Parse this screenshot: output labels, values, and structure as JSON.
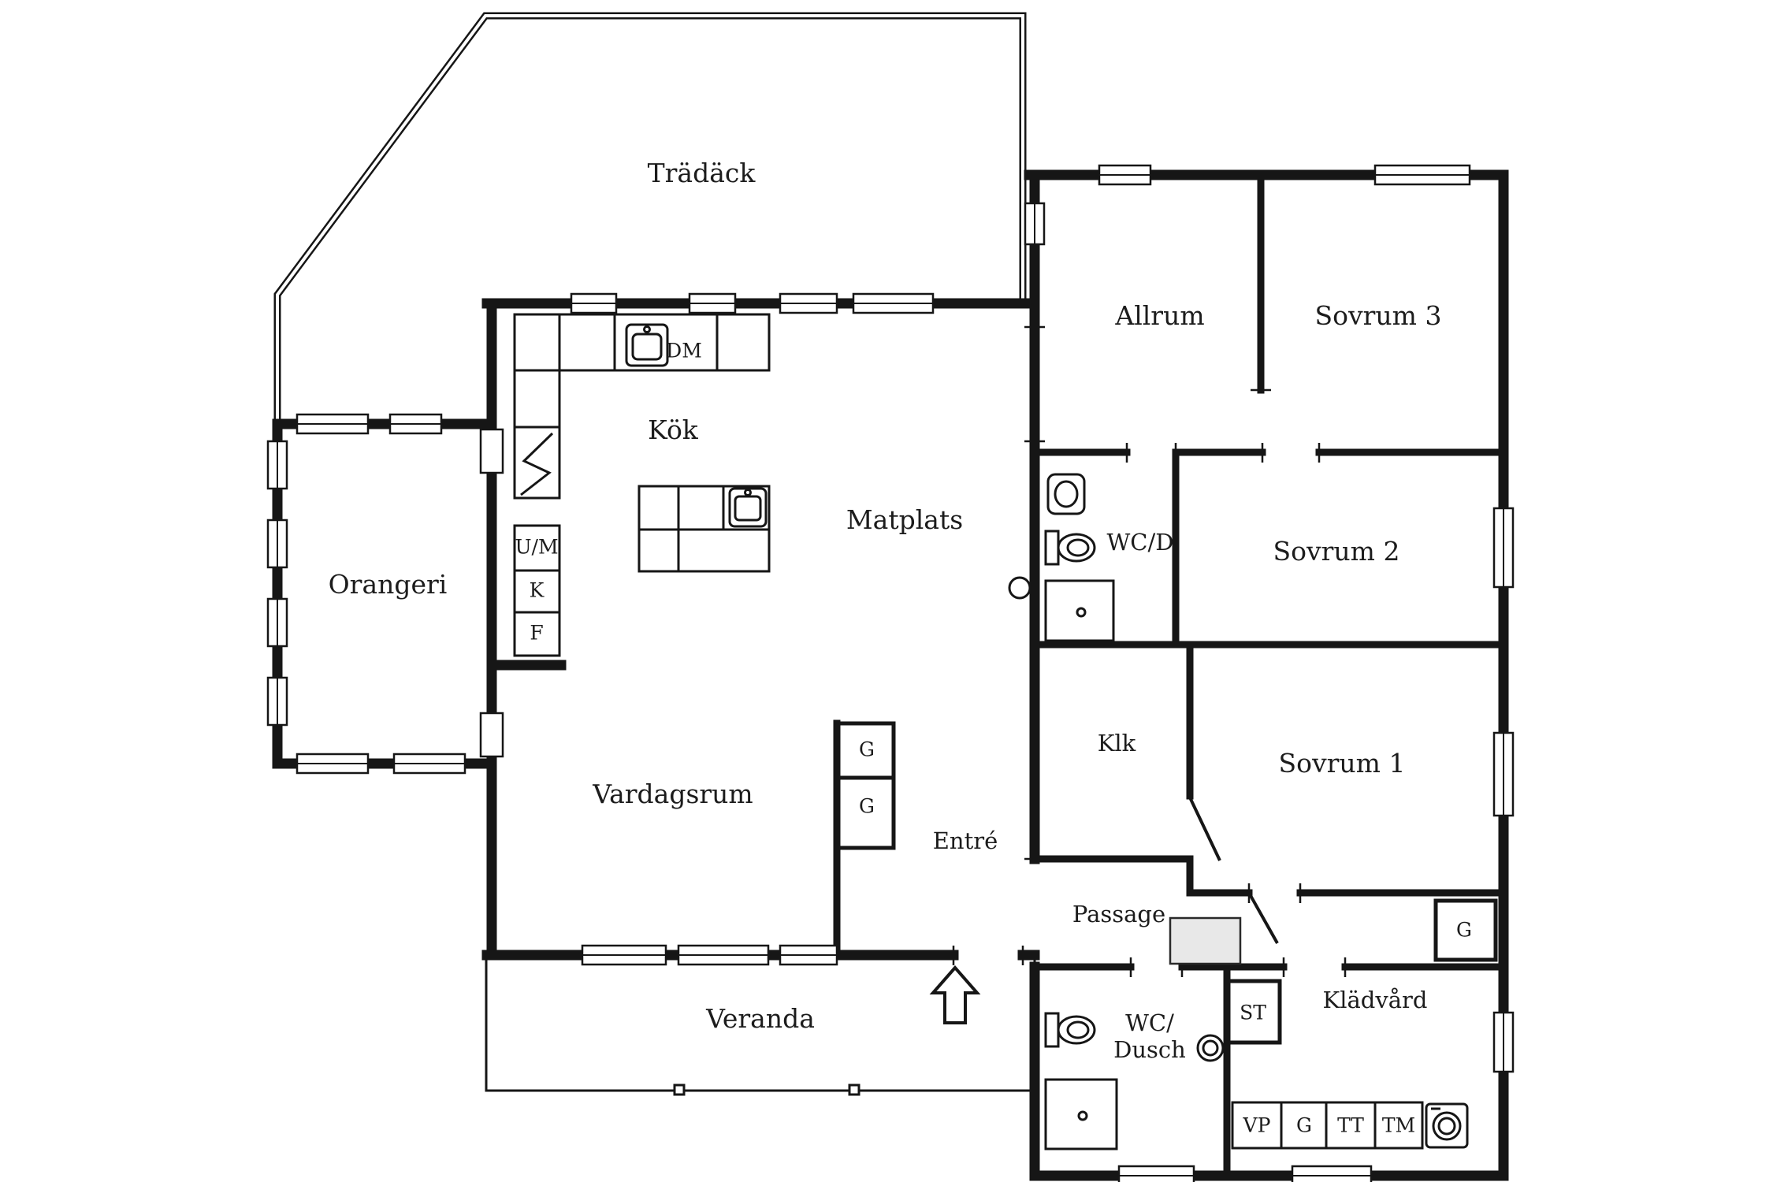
{
  "floorplan": {
    "title": "Floor plan (Swedish single-storey house)",
    "colors": {
      "background": "#ffffff",
      "wall": "#161616",
      "text": "#1c1c1c",
      "hatch_fill": "#e8e8e8"
    },
    "rooms": [
      {
        "id": "tradack",
        "label": "Trädäck"
      },
      {
        "id": "dm",
        "label": "DM"
      },
      {
        "id": "kok",
        "label": "Kök"
      },
      {
        "id": "matplats",
        "label": "Matplats"
      },
      {
        "id": "orangeri",
        "label": "Orangeri"
      },
      {
        "id": "um",
        "label": "U/M"
      },
      {
        "id": "kyl",
        "label": "K"
      },
      {
        "id": "frys",
        "label": "F"
      },
      {
        "id": "allrum",
        "label": "Allrum"
      },
      {
        "id": "sovrum3",
        "label": "Sovrum 3"
      },
      {
        "id": "wcd",
        "label": "WC/D"
      },
      {
        "id": "sovrum2",
        "label": "Sovrum 2"
      },
      {
        "id": "g1",
        "label": "G"
      },
      {
        "id": "g2",
        "label": "G"
      },
      {
        "id": "klk",
        "label": "Klk"
      },
      {
        "id": "sovrum1",
        "label": "Sovrum 1"
      },
      {
        "id": "vardagsrum",
        "label": "Vardagsrum"
      },
      {
        "id": "entre",
        "label": "Entré"
      },
      {
        "id": "passage",
        "label": "Passage"
      },
      {
        "id": "g3",
        "label": "G"
      },
      {
        "id": "veranda",
        "label": "Veranda"
      },
      {
        "id": "wc_line1",
        "label": "WC/"
      },
      {
        "id": "wc_line2",
        "label": "Dusch"
      },
      {
        "id": "st",
        "label": "ST"
      },
      {
        "id": "kladvard",
        "label": "Klädvård"
      },
      {
        "id": "vp",
        "label": "VP"
      },
      {
        "id": "g4",
        "label": "G"
      },
      {
        "id": "tt",
        "label": "TT"
      },
      {
        "id": "tm",
        "label": "TM"
      }
    ],
    "fixtures": [
      "kitchen-sink",
      "kitchen-island-sink",
      "tall-cabinet-zigzag",
      "wcd-sink",
      "wcd-toilet",
      "wcd-shower",
      "wc-dusch-toilet",
      "wc-dusch-corner-sink",
      "wc-dusch-shower",
      "washing-machine",
      "entrance-arrow",
      "floor-hatch",
      "wall-circle-symbol",
      "wardrobe-g-g",
      "door-leaf-klk",
      "door-leaf-sovrum1"
    ]
  }
}
